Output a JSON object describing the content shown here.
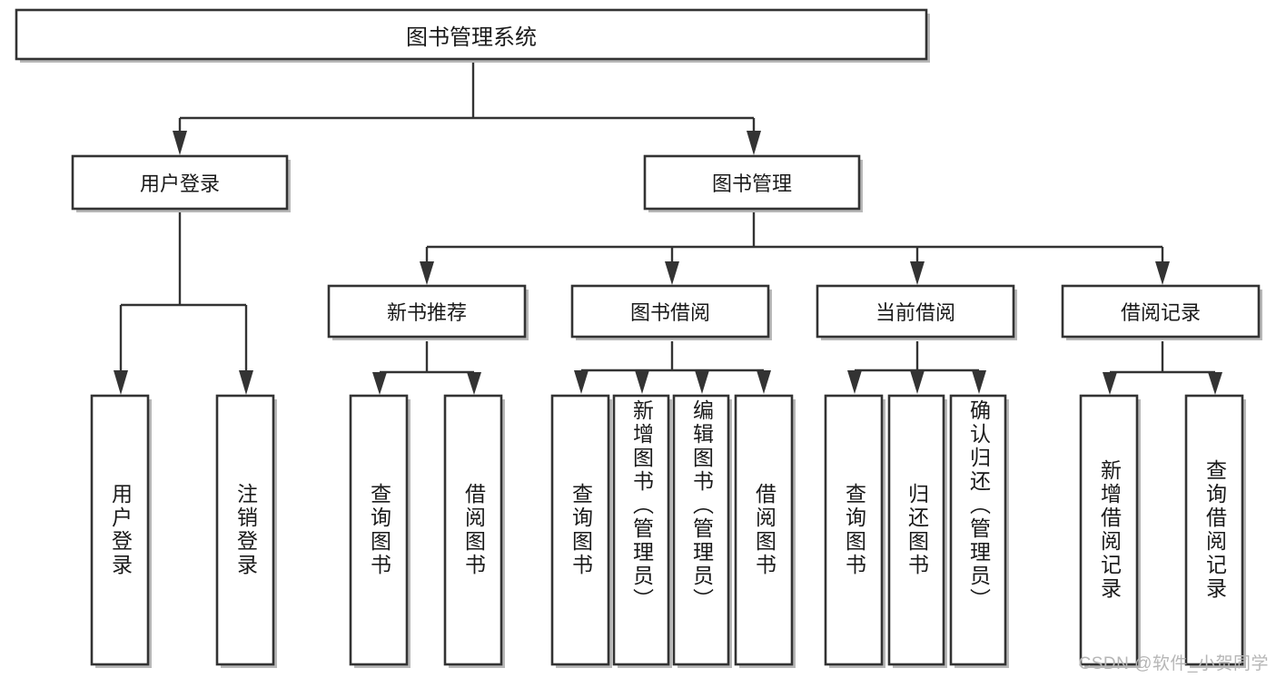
{
  "diagram": {
    "type": "tree",
    "title": "图书管理系统",
    "orientation": "top-down",
    "root": {
      "id": "root",
      "label": "图书管理系统"
    },
    "level2": [
      {
        "id": "user-login",
        "label": "用户登录"
      },
      {
        "id": "book-manage",
        "label": "图书管理"
      }
    ],
    "level3": [
      {
        "id": "new-book-rec",
        "label": "新书推荐",
        "parent": "book-manage"
      },
      {
        "id": "book-borrow",
        "label": "图书借阅",
        "parent": "book-manage"
      },
      {
        "id": "current-borrow",
        "label": "当前借阅",
        "parent": "book-manage"
      },
      {
        "id": "borrow-record",
        "label": "借阅记录",
        "parent": "book-manage"
      }
    ],
    "leaves": {
      "user-login": [
        {
          "id": "leaf-user-login",
          "label": "用户登录"
        },
        {
          "id": "leaf-user-logout",
          "label": "注销登录"
        }
      ],
      "new-book-rec": [
        {
          "id": "leaf-query-book-1",
          "label": "查询图书"
        },
        {
          "id": "leaf-borrow-book-1",
          "label": "借阅图书"
        }
      ],
      "book-borrow": [
        {
          "id": "leaf-query-book-2",
          "label": "查询图书"
        },
        {
          "id": "leaf-add-book",
          "label": "新增图书（管理员）"
        },
        {
          "id": "leaf-edit-book",
          "label": "编辑图书（管理员）"
        },
        {
          "id": "leaf-borrow-book-2",
          "label": "借阅图书"
        }
      ],
      "current-borrow": [
        {
          "id": "leaf-query-book-3",
          "label": "查询图书"
        },
        {
          "id": "leaf-return-book",
          "label": "归还图书"
        },
        {
          "id": "leaf-confirm-return",
          "label": "确认归还（管理员）"
        }
      ],
      "borrow-record": [
        {
          "id": "leaf-add-record",
          "label": "新增借阅记录"
        },
        {
          "id": "leaf-query-record",
          "label": "查询借阅记录"
        }
      ]
    }
  },
  "watermark": {
    "text": "CSDN @软件_小贺同学"
  },
  "colors": {
    "stroke": "#333333",
    "fill": "#ffffff",
    "text": "#1a1a1a",
    "shadow": "#b8b8b8",
    "watermark": "#b6b6b6"
  }
}
